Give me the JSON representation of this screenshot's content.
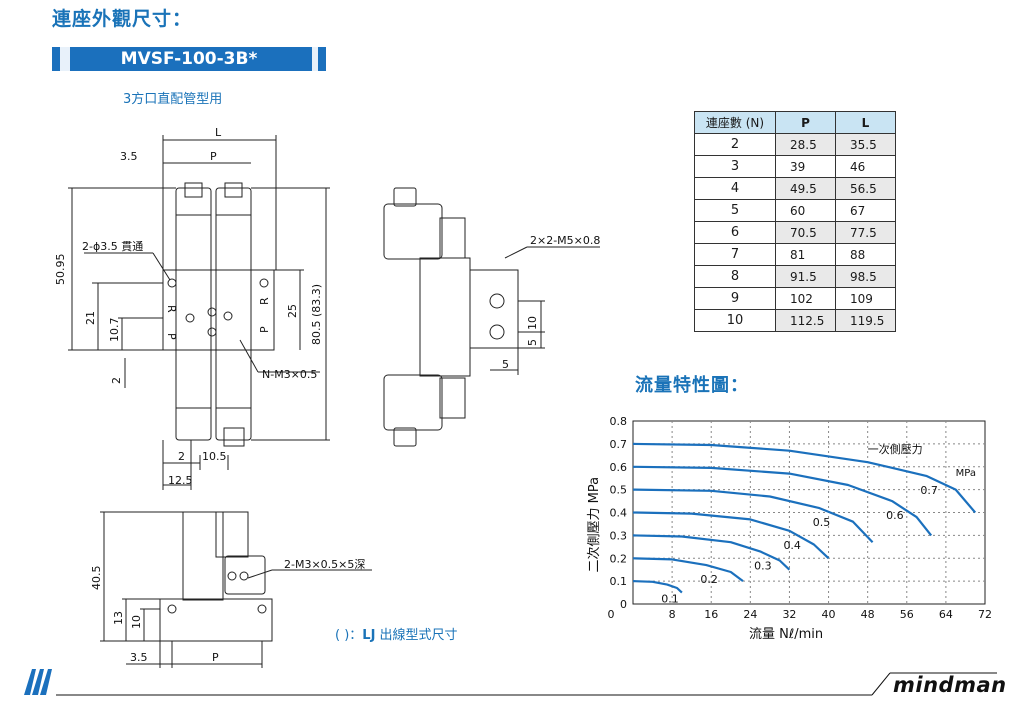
{
  "page": {
    "title": "連座外觀尺寸：",
    "model": "MVSF-100-3B*",
    "subtitle": "3方口直配管型用",
    "flow_title": "流量特性圖：",
    "note_prefix": "( )：",
    "note_code": "LJ",
    "note_suffix": " 出線型式尺寸",
    "brand": "mindman"
  },
  "front_view": {
    "dims": [
      "L",
      "3.5",
      "P",
      "50.95",
      "80.5 (83.3)",
      "25",
      "21",
      "10.7",
      "2",
      "12.5",
      "2",
      "10.5"
    ],
    "hole_label": "2-ϕ3.5 貫通",
    "thread_label": "N-M3×0.5",
    "port_letters": [
      "R",
      "P",
      "R",
      "P"
    ]
  },
  "side_view": {
    "thread_label": "2×2-M5×0.8",
    "dims": [
      "10",
      "5",
      "5"
    ]
  },
  "bottom_view": {
    "thread_label": "2-M3×0.5×5深",
    "dims": [
      "40.5",
      "13",
      "10",
      "3.5",
      "P"
    ]
  },
  "table": {
    "headers": [
      "連座數 (N)",
      "P",
      "L"
    ],
    "rows": [
      [
        "2",
        "28.5",
        "35.5"
      ],
      [
        "3",
        "39",
        "46"
      ],
      [
        "4",
        "49.5",
        "56.5"
      ],
      [
        "5",
        "60",
        "67"
      ],
      [
        "6",
        "70.5",
        "77.5"
      ],
      [
        "7",
        "81",
        "88"
      ],
      [
        "8",
        "91.5",
        "98.5"
      ],
      [
        "9",
        "102",
        "109"
      ],
      [
        "10",
        "112.5",
        "119.5"
      ]
    ]
  },
  "chart_data": {
    "type": "line",
    "xlabel": "流量 Nℓ/min",
    "ylabel": "二次側壓力 MPa",
    "xlim": [
      0,
      72
    ],
    "ylim": [
      0,
      0.8
    ],
    "xticks": [
      "0",
      "8",
      "16",
      "24",
      "32",
      "40",
      "48",
      "56",
      "64",
      "72"
    ],
    "yticks": [
      "0",
      "0.1",
      "0.2",
      "0.3",
      "0.4",
      "0.5",
      "0.6",
      "0.7",
      "0.8"
    ],
    "legend_title": "一次側壓力",
    "legend_unit": "MPa",
    "line_color": "#1b70bd",
    "series": [
      {
        "name": "0.7",
        "points": [
          [
            0,
            0.7
          ],
          [
            16,
            0.695
          ],
          [
            32,
            0.67
          ],
          [
            48,
            0.62
          ],
          [
            60,
            0.56
          ],
          [
            66,
            0.5
          ],
          [
            70,
            0.4
          ]
        ]
      },
      {
        "name": "0.6",
        "points": [
          [
            0,
            0.6
          ],
          [
            16,
            0.595
          ],
          [
            32,
            0.57
          ],
          [
            44,
            0.52
          ],
          [
            53,
            0.45
          ],
          [
            58,
            0.38
          ],
          [
            61,
            0.3
          ]
        ]
      },
      {
        "name": "0.5",
        "points": [
          [
            0,
            0.5
          ],
          [
            16,
            0.495
          ],
          [
            28,
            0.47
          ],
          [
            38,
            0.42
          ],
          [
            45,
            0.36
          ],
          [
            49,
            0.27
          ]
        ]
      },
      {
        "name": "0.4",
        "points": [
          [
            0,
            0.4
          ],
          [
            12,
            0.395
          ],
          [
            24,
            0.37
          ],
          [
            32,
            0.32
          ],
          [
            37,
            0.26
          ],
          [
            40,
            0.2
          ]
        ]
      },
      {
        "name": "0.3",
        "points": [
          [
            0,
            0.3
          ],
          [
            10,
            0.295
          ],
          [
            20,
            0.27
          ],
          [
            26,
            0.23
          ],
          [
            30,
            0.19
          ],
          [
            32,
            0.15
          ]
        ]
      },
      {
        "name": "0.2",
        "points": [
          [
            0,
            0.2
          ],
          [
            8,
            0.195
          ],
          [
            15,
            0.17
          ],
          [
            20,
            0.14
          ],
          [
            22.5,
            0.1
          ]
        ]
      },
      {
        "name": "0.1",
        "points": [
          [
            0,
            0.1
          ],
          [
            4,
            0.097
          ],
          [
            7,
            0.085
          ],
          [
            9,
            0.07
          ],
          [
            10,
            0.05
          ]
        ]
      }
    ]
  }
}
